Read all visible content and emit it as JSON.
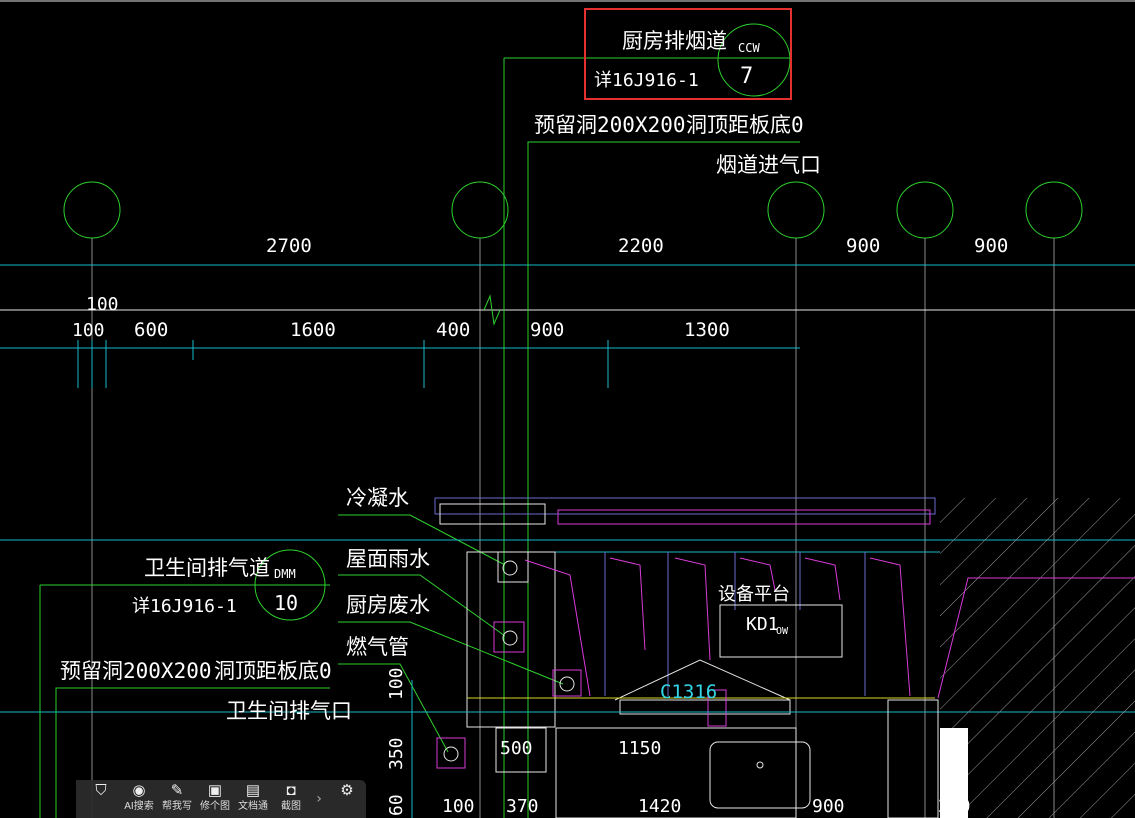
{
  "callout_kitchen_flue": {
    "title": "厨房排烟道",
    "ref": "详16J916-1",
    "symbol_top": "CCW",
    "symbol_num": "7"
  },
  "callout_toilet_vent": {
    "title": "卫生间排气道",
    "ref": "详16J916-1",
    "symbol_top": "DMM",
    "symbol_num": "10"
  },
  "notes": {
    "reserved_hole_top": "预留洞200X200",
    "hole_top_distance_top": "洞顶距板底0",
    "flue_inlet": "烟道进气口",
    "reserved_hole_left": "预留洞200X200",
    "hole_top_distance_left": "洞顶距板底0",
    "toilet_vent_outlet": "卫生间排气口",
    "condensate": "冷凝水",
    "roof_rain": "屋面雨水",
    "kitchen_waste": "厨房废水",
    "gas_pipe": "燃气管",
    "equipment_platform": "设备平台",
    "kd1": "KD1",
    "kd1_sub": "OW",
    "window_tag": "C1316"
  },
  "dims_row1": [
    "2700",
    "2200",
    "900",
    "900"
  ],
  "dims_row2": [
    "100",
    "100",
    "600",
    "1600",
    "400",
    "900",
    "1300"
  ],
  "dims_bottom": [
    "500",
    "1150",
    "370",
    "1420",
    "100",
    "900",
    "250"
  ],
  "dims_vertical": [
    "100",
    "350",
    "60"
  ],
  "toolbar": {
    "items": [
      "AI搜索",
      "帮我写",
      "修个图",
      "文档通",
      "截图"
    ],
    "more": "›"
  }
}
